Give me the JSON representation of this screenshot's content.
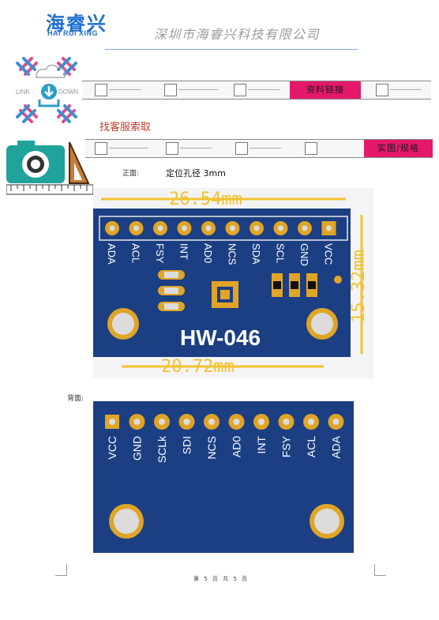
{
  "header": {
    "logo_cn": "海睿兴",
    "logo_en": "HAI RUI XING",
    "company": "深圳市海睿兴科技有限公司"
  },
  "link_icon": {
    "left_text": "LINK",
    "right_text": "DOWN"
  },
  "buttons": {
    "resource_link": "资料链接",
    "photo_spec": "实图/规格"
  },
  "contact": "找客服索取",
  "front": {
    "label": "正面:",
    "description": "定位孔径 3mm",
    "width_dim": "26.54mm",
    "height_dim": "15.32mm",
    "hole_dim": "20.72mm",
    "model": "HW-046",
    "pins": [
      "ADA",
      "ACL",
      "FSY",
      "INT",
      "AD0",
      "NCS",
      "SDA",
      "SCL",
      "GND",
      "VCC"
    ]
  },
  "back": {
    "label": "背面:",
    "pins": [
      "VCC",
      "GND",
      "SCLk",
      "SDI",
      "NCS",
      "AD0",
      "INT",
      "FSY",
      "ACL",
      "ADA"
    ]
  },
  "footer": "第 5 页 共 5 页",
  "colors": {
    "accent_blue": "#1f6fd1",
    "pink": "#e5186b",
    "pcb_blue": "#1b3f82",
    "gold": "#e0a526",
    "dim_yellow": "#f2c230"
  }
}
